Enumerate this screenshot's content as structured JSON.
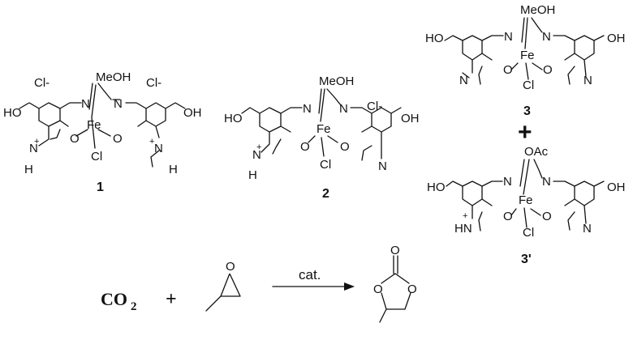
{
  "compounds": [
    {
      "number": "1",
      "counterions": [
        "Cl-",
        "Cl-"
      ],
      "axial_top": "MeOH",
      "axial_bottom": "Cl",
      "metal": "Fe",
      "substituent": "HO",
      "substituent_right": "OH",
      "pyridine_nitrogen": "N",
      "pyridine_h": "H",
      "pyridine_charge": "+",
      "imine_n": "N",
      "phenolate_o": "O"
    },
    {
      "number": "2",
      "counterions": [
        "Cl-"
      ],
      "axial_top": "MeOH",
      "axial_bottom": "Cl",
      "metal": "Fe",
      "substituent": "HO",
      "substituent_right": "OH",
      "pyridine_nitrogen": "N",
      "pyridine_h": "H",
      "pyridine_charge": "+",
      "imine_n": "N",
      "phenolate_o": "O"
    },
    {
      "number": "3",
      "counterions": [],
      "axial_top": "MeOH",
      "axial_bottom": "Cl",
      "metal": "Fe",
      "substituent": "HO",
      "substituent_right": "OH",
      "pyridine_nitrogen": "N",
      "imine_n": "N",
      "phenolate_o": "O"
    },
    {
      "number": "3'",
      "counterions": [],
      "axial_top": "OAc",
      "axial_bottom": "Cl",
      "metal": "Fe",
      "substituent": "HO",
      "substituent_right": "OH",
      "pyridine_nitrogen": "N",
      "pyridine_hn": "HN",
      "pyridine_charge": "+",
      "imine_n": "N",
      "phenolate_o": "O"
    }
  ],
  "mixture_plus": "+",
  "reaction": {
    "reactant1": "CO",
    "reactant1_subscript": "2",
    "plus": "+",
    "epoxide_o": "O",
    "arrow_label": "cat.",
    "product_o_top": "O",
    "product_o_left": "O",
    "product_o_right": "O"
  }
}
